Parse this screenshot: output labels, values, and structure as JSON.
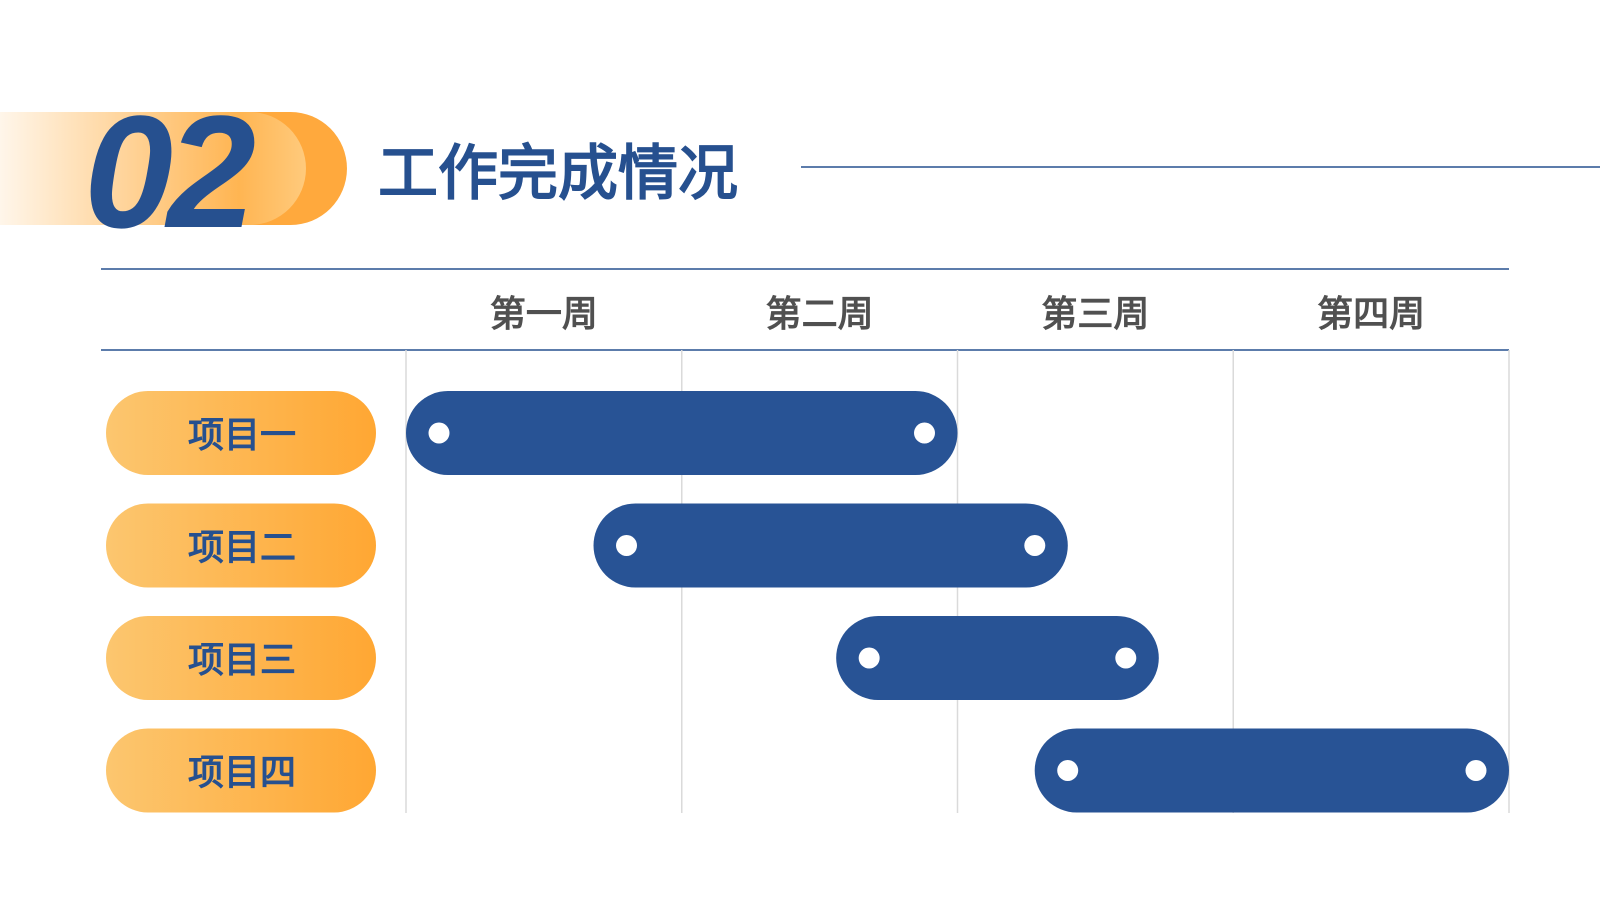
{
  "header": {
    "number": "02",
    "title": "工作完成情况"
  },
  "colors": {
    "navy": "#26508f",
    "bar": "#285395",
    "orange": "#ffa733",
    "orange_light": "#fcc66f",
    "grid": "#dadada",
    "week_label": "#505050",
    "dot": "#ffffff"
  },
  "chart_data": {
    "type": "bar",
    "orientation": "horizontal",
    "grid": true,
    "x_ticks": [
      "第一周",
      "第二周",
      "第三周",
      "第四周"
    ],
    "xlim": [
      0,
      4
    ],
    "tasks": [
      {
        "label": "项目一",
        "start": 0,
        "end": 2.0
      },
      {
        "label": "项目二",
        "start": 0.68,
        "end": 2.4
      },
      {
        "label": "项目三",
        "start": 1.56,
        "end": 2.73
      },
      {
        "label": "项目四",
        "start": 2.28,
        "end": 4.0
      }
    ]
  }
}
